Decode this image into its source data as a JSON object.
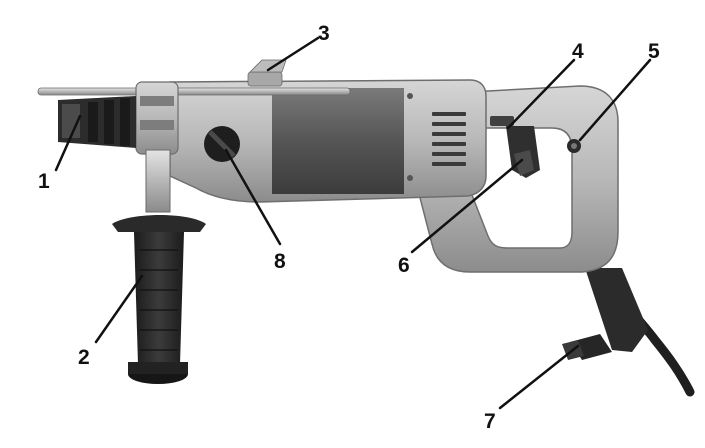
{
  "callouts": [
    {
      "label": "1",
      "part": "drill-chuck"
    },
    {
      "label": "2",
      "part": "side-handle"
    },
    {
      "label": "3",
      "part": "depth-stop-rod"
    },
    {
      "label": "4",
      "part": "lock-button"
    },
    {
      "label": "5",
      "part": "mode-selector"
    },
    {
      "label": "6",
      "part": "trigger-switch"
    },
    {
      "label": "7",
      "part": "power-cord"
    },
    {
      "label": "8",
      "part": "gear-selector-knob"
    }
  ],
  "colors": {
    "body": "#b9b9b9",
    "body_dark": "#8e8e8e",
    "motor_housing": "#5a5a5a",
    "handle_grip": "#2a2a2a",
    "chuck": "#3a3a3a",
    "line": "#111111"
  }
}
